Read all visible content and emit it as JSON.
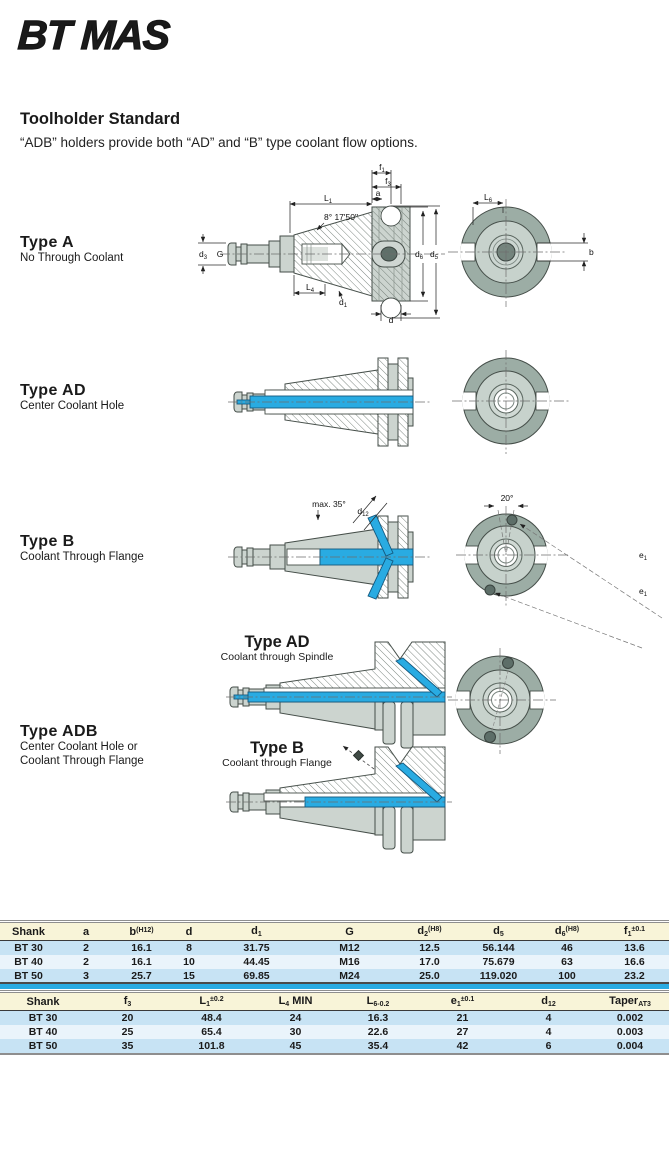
{
  "header": {
    "brand": "BT MAS"
  },
  "intro": {
    "heading": "Toolholder Standard",
    "subtitle": "“ADB” holders provide both “AD” and “B” type coolant flow options."
  },
  "sections": [
    {
      "label": "Type A",
      "sublabel": "No Through Coolant"
    },
    {
      "label": "Type AD",
      "sublabel": "Center Coolant Hole"
    },
    {
      "label": "Type B",
      "sublabel": "Coolant Through Flange"
    },
    {
      "label": "Type ADB",
      "sublabel": "Center Coolant Hole or\nCoolant Through Flange"
    }
  ],
  "adb_variants": [
    {
      "title": "Type AD",
      "caption": "Coolant through Spindle"
    },
    {
      "title": "Type B",
      "caption": "Coolant through Flange"
    }
  ],
  "dims": {
    "f1": "f1",
    "f3": "f3",
    "a": "a",
    "L1": "L1",
    "angle": "8° 17'50\"",
    "d3": "d3",
    "G": "G",
    "L4": "L4",
    "d1": "d1",
    "d": "d",
    "d6": "d6",
    "d5": "d5",
    "L6": "L6",
    "b": "b",
    "max35": "max. 35°",
    "d12": "d12",
    "deg20": "20°",
    "e1": "e1"
  },
  "colors": {
    "coolant_blue": "#29abe2",
    "body_gray": "#ccd4cf",
    "body_dark": "#9cada5",
    "table_header_bg": "#f8f4d8",
    "row_blue": "#c7e3f4",
    "row_pale": "#eaf4fb",
    "accent_bar": "#29abe2"
  },
  "table1": {
    "headers": [
      {
        "base": "Shank"
      },
      {
        "base": "a"
      },
      {
        "base": "b",
        "sup": "(H12)"
      },
      {
        "base": "d"
      },
      {
        "base": "d",
        "sub": "1"
      },
      {
        "base": "G"
      },
      {
        "base": "d",
        "sub": "2",
        "sup": "(H8)"
      },
      {
        "base": "d",
        "sub": "5"
      },
      {
        "base": "d",
        "sub": "6",
        "sup": "(H8)"
      },
      {
        "base": "f",
        "sub": "1",
        "sup": "±0.1"
      }
    ],
    "rows": [
      [
        "BT 30",
        "2",
        "16.1",
        "8",
        "31.75",
        "M12",
        "12.5",
        "56.144",
        "46",
        "13.6"
      ],
      [
        "BT 40",
        "2",
        "16.1",
        "10",
        "44.45",
        "M16",
        "17.0",
        "75.679",
        "63",
        "16.6"
      ],
      [
        "BT 50",
        "3",
        "25.7",
        "15",
        "69.85",
        "M24",
        "25.0",
        "119.020",
        "100",
        "23.2"
      ]
    ]
  },
  "table2": {
    "headers": [
      {
        "base": "Shank"
      },
      {
        "base": "f",
        "sub": "3"
      },
      {
        "base": "L",
        "sub": "1",
        "sup": "±0.2"
      },
      {
        "base": "L",
        "sub": "4",
        "after": " MIN"
      },
      {
        "base": "L",
        "sub": "6-0.2"
      },
      {
        "base": "e",
        "sub": "1",
        "sup": "±0.1"
      },
      {
        "base": "d",
        "sub": "12"
      },
      {
        "base": "Taper",
        "sub": "AT3"
      }
    ],
    "rows": [
      [
        "BT 30",
        "20",
        "48.4",
        "24",
        "16.3",
        "21",
        "4",
        "0.002"
      ],
      [
        "BT 40",
        "25",
        "65.4",
        "30",
        "22.6",
        "27",
        "4",
        "0.003"
      ],
      [
        "BT 50",
        "35",
        "101.8",
        "45",
        "35.4",
        "42",
        "6",
        "0.004"
      ]
    ]
  }
}
